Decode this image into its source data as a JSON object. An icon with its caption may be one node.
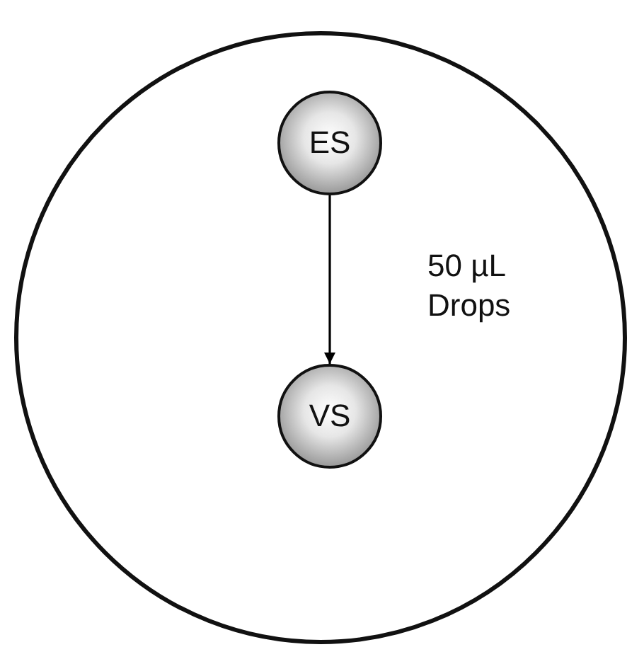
{
  "diagram": {
    "nodes": [
      {
        "text": [],
        "shape": "circle"
      },
      {
        "text": [
          "ES"
        ],
        "in": 0
      },
      {
        "text": [
          "VS"
        ],
        "in": 0
      }
    ],
    "edges": [
      {
        "from": 1,
        "to": 2,
        "arrow": "to"
      }
    ],
    "labels": [
      "50 µL Drops"
    ]
  }
}
